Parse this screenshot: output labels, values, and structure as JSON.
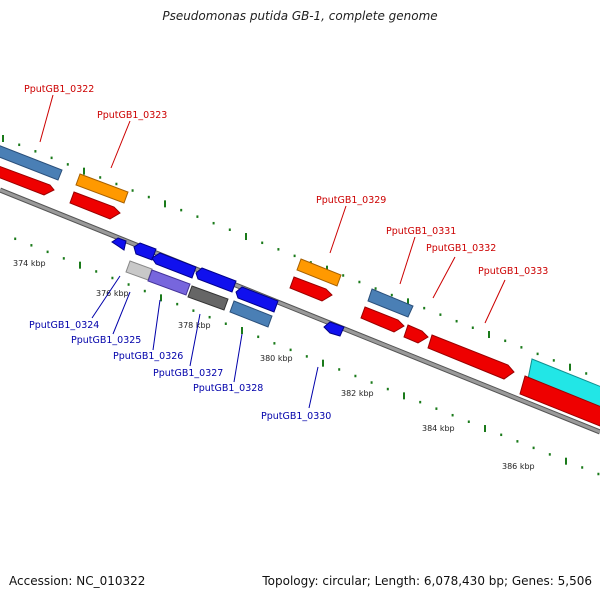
{
  "title": "Pseudomonas putida GB-1, complete genome",
  "footer": {
    "accession": "Accession: NC_010322",
    "summary": "Topology: circular; Length: 6,078,430 bp; Genes: 5,506"
  },
  "colors": {
    "label_forward": "#cc0000",
    "label_reverse": "#0000aa",
    "backbone": "#808080",
    "tick": "#1a7a1a"
  },
  "tick_labels": [
    "374 kbp",
    "376 kbp",
    "378 kbp",
    "380 kbp",
    "382 kbp",
    "384 kbp",
    "386 kbp"
  ],
  "gene_labels": {
    "forward": [
      "PputGB1_0322",
      "PputGB1_0323",
      "PputGB1_0329",
      "PputGB1_0331",
      "PputGB1_0332",
      "PputGB1_0333"
    ],
    "reverse": [
      "PputGB1_0324",
      "PputGB1_0325",
      "PputGB1_0326",
      "PputGB1_0327",
      "PputGB1_0328",
      "PputGB1_0330"
    ]
  }
}
